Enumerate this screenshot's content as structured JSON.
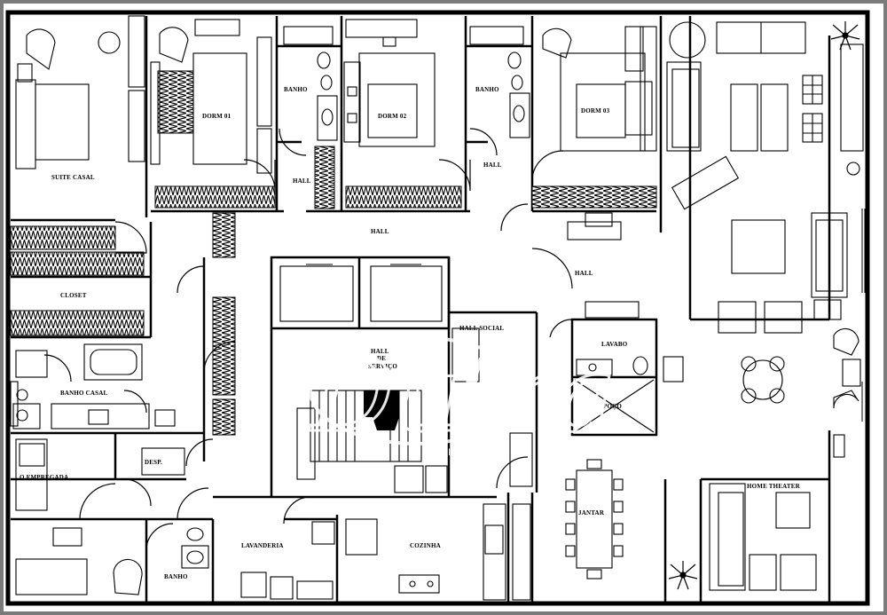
{
  "rooms": {
    "suite_casal": "SUITE CASAL",
    "dorm_1": "DORM 01",
    "dorm_2": "DORM 02",
    "dorm_3": "DORM 03",
    "banho_1": "BANHO",
    "banho_2": "BANHO",
    "hall_1": "HALL",
    "hall_2": "HALL",
    "hall_3": "HALL",
    "hall_4": "HALL",
    "closet": "CLOSET",
    "banho_casal": "BANHO CASAL",
    "hall_servico_1": "HALL",
    "hall_servico_2": "DE",
    "hall_servico_3": "SERVIÇO",
    "hall_social": "HALL SOCIAL",
    "lavabo": "LAVABO",
    "poco": "POÇO",
    "q_empregada": "Q.EMPREGADA",
    "desp": "DESP.",
    "lavanderia": "LAVANDERIA",
    "cozinha": "COZINHA",
    "jantar": "JANTAR",
    "home_theater": "HOME THEATER",
    "banho_servico": "BANHO"
  },
  "watermark": {
    "brand": "Dutra",
    "tagline": "IMÓVEIS"
  }
}
